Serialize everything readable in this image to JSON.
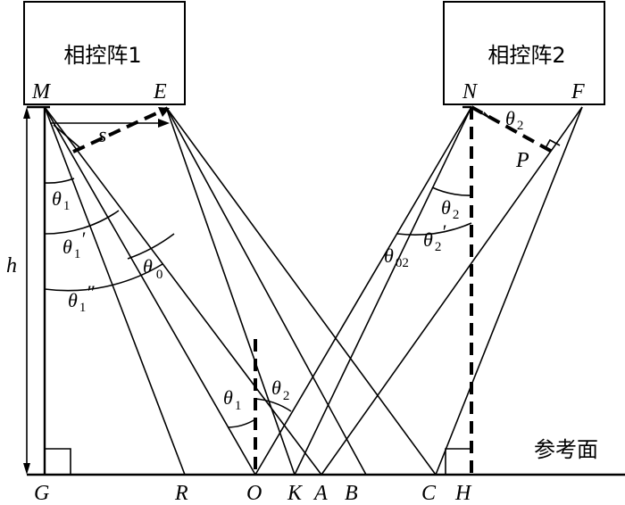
{
  "boxes": {
    "array1": "相控阵1",
    "array2": "相控阵2"
  },
  "plane_label": "参考面",
  "points": {
    "M": "M",
    "E": "E",
    "N": "N",
    "F": "F",
    "P": "P",
    "G": "G",
    "R": "R",
    "O": "O",
    "K": "K",
    "A": "A",
    "B": "B",
    "C": "C",
    "H": "H"
  },
  "height_label": "h",
  "distance_label": "s",
  "angles": {
    "theta1_left": {
      "base": "θ",
      "sub": "1",
      "prime": ""
    },
    "theta1p_left": {
      "base": "θ",
      "sub": "1",
      "prime": "′"
    },
    "theta1pp_left": {
      "base": "θ",
      "sub": "1",
      "prime": "″"
    },
    "theta0": {
      "base": "θ",
      "sub": "0",
      "prime": ""
    },
    "theta1_O": {
      "base": "θ",
      "sub": "1",
      "prime": ""
    },
    "theta2_O": {
      "base": "θ",
      "sub": "2",
      "prime": ""
    },
    "theta02": {
      "base": "θ",
      "sub": "02",
      "prime": ""
    },
    "theta2_right": {
      "base": "θ",
      "sub": "2",
      "prime": ""
    },
    "theta2p_right": {
      "base": "θ",
      "sub": "2",
      "prime": "′"
    },
    "theta2_N": {
      "base": "θ",
      "sub": "2",
      "prime": ""
    }
  }
}
